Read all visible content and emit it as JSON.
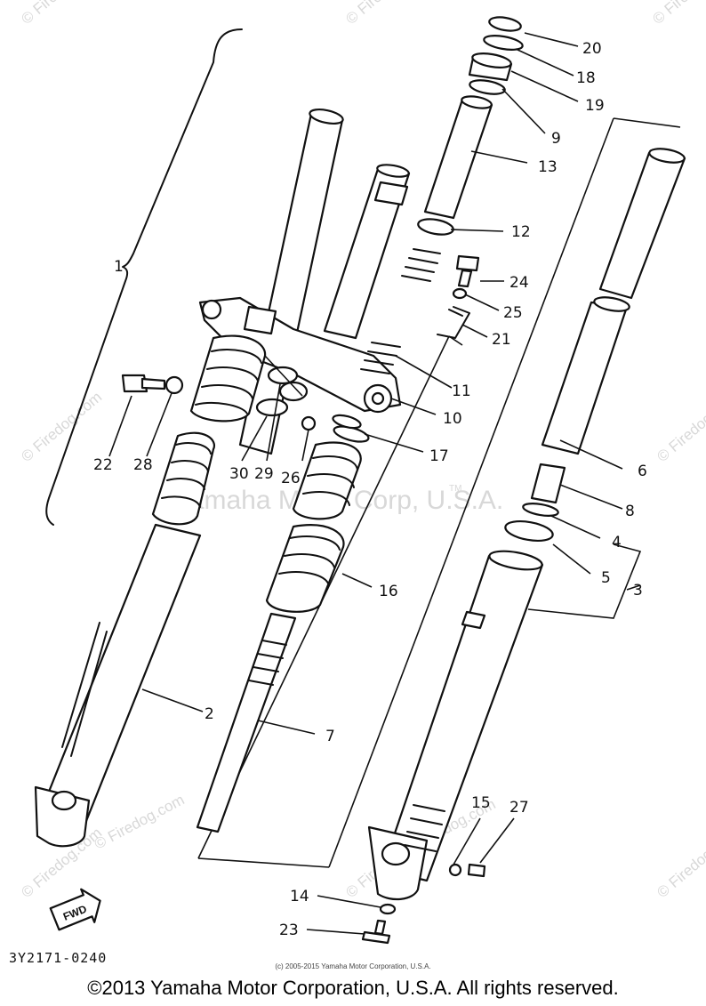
{
  "watermarks": {
    "site": "© Firedog.com",
    "center": "Yamaha Motor Corp, U.S.A.",
    "tm": "TM",
    "diag": "Firedog.com"
  },
  "labels": {
    "l1": "1",
    "l2": "2",
    "l3": "3",
    "l4": "4",
    "l5": "5",
    "l6": "6",
    "l7": "7",
    "l8": "8",
    "l9": "9",
    "l10": "10",
    "l11": "11",
    "l12": "12",
    "l13": "13",
    "l14": "14",
    "l15": "15",
    "l16": "16",
    "l17": "17",
    "l18": "18",
    "l19": "19",
    "l20": "20",
    "l21": "21",
    "l22": "22",
    "l23": "23",
    "l24": "24",
    "l25": "25",
    "l26": "26",
    "l27": "27",
    "l28": "28",
    "l29": "29",
    "l30": "30"
  },
  "fwd": "FWD",
  "diagram_code": "3Y2171-0240",
  "small_copyright": "(c) 2005-2015 Yamaha Motor Corporation, U.S.A.",
  "copyright": "©2013 Yamaha Motor Corporation, U.S.A. All rights reserved."
}
